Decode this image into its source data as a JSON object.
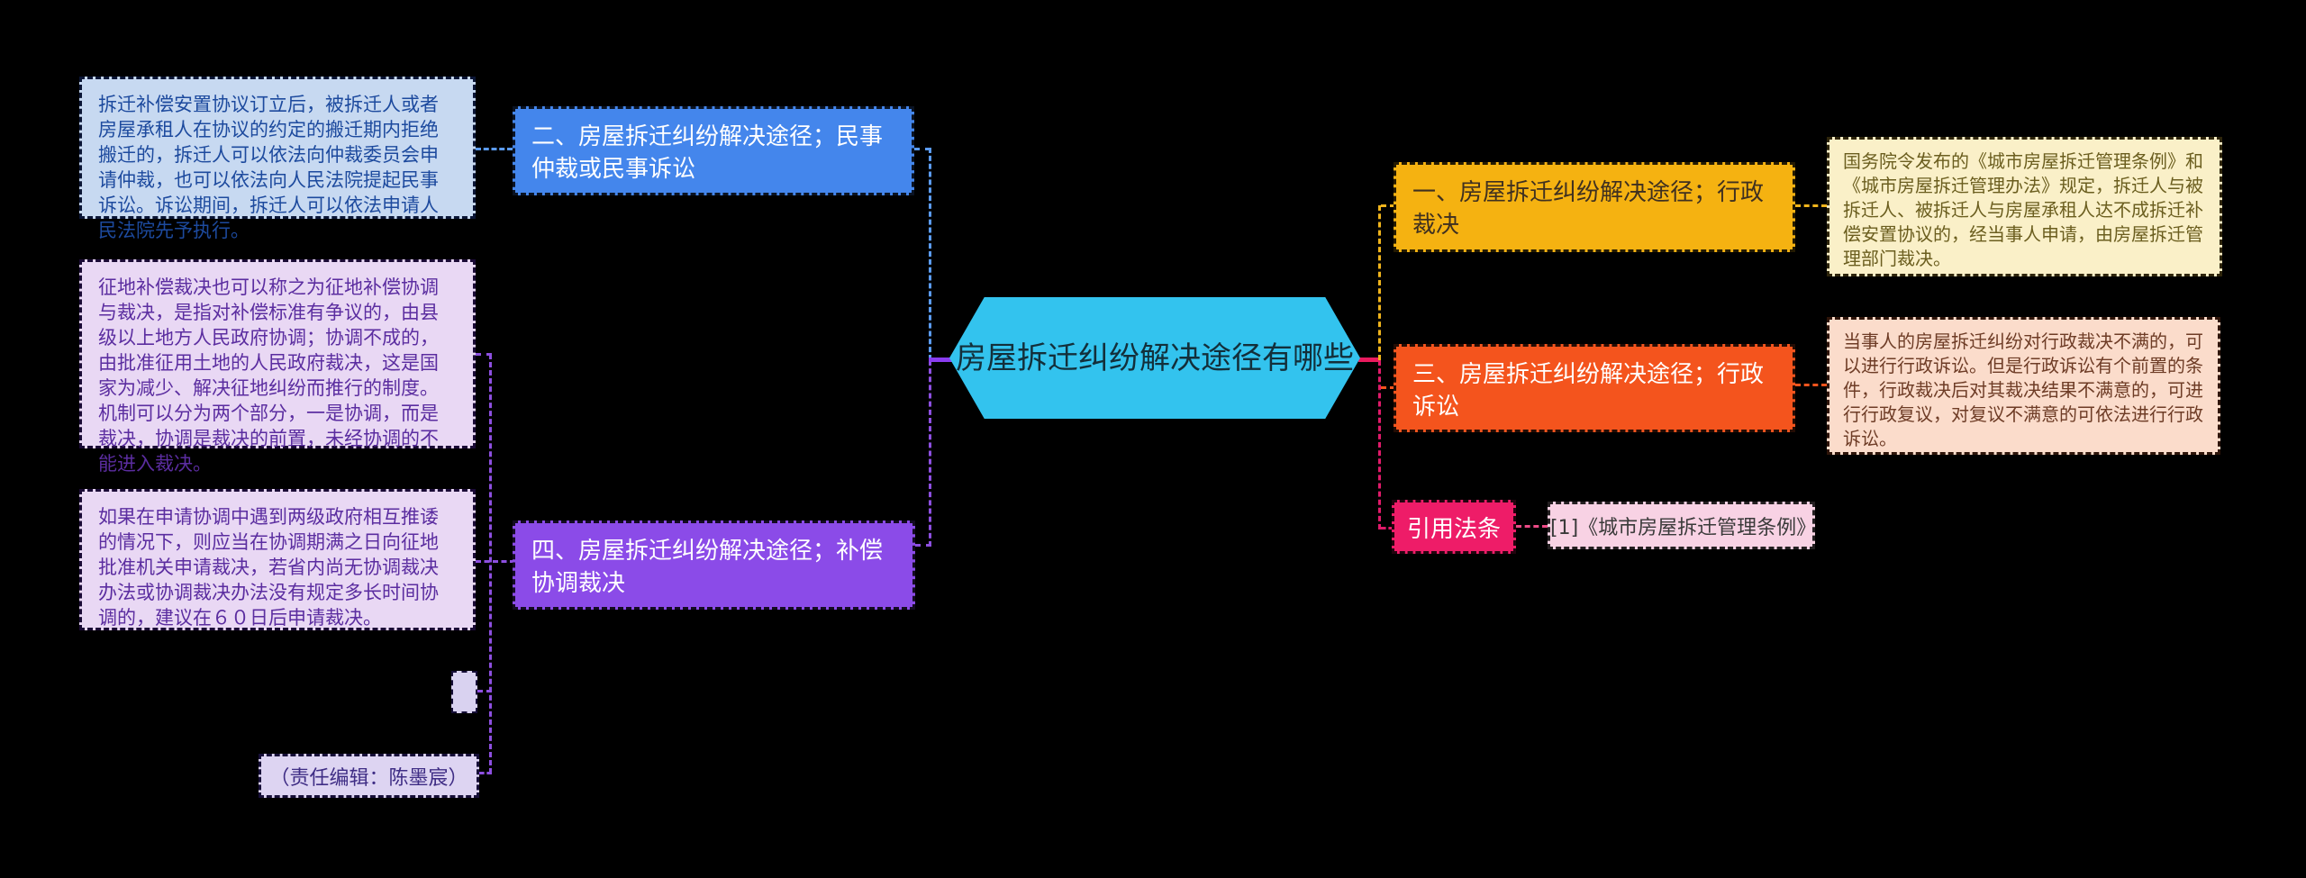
{
  "title": {
    "text": "房屋拆迁纠纷解决途径有哪些",
    "color": "#33c3ee"
  },
  "branches": {
    "b1": {
      "label": "一、房屋拆迁纠纷解决途径；行政裁决",
      "color": "#f5b211",
      "detail": "国务院令发布的《城市房屋拆迁管理条例》和《城市房屋拆迁管理办法》规定，拆迁人与被拆迁人、被拆迁人与房屋承租人达不成拆迁补偿安置协议的，经当事人申请，由房屋拆迁管理部门裁决。"
    },
    "b2": {
      "label": "二、房屋拆迁纠纷解决途径；民事仲裁或民事诉讼",
      "color": "#4486ec",
      "detail": "拆迁补偿安置协议订立后，被拆迁人或者房屋承租人在协议的约定的搬迁期内拒绝搬迁的，拆迁人可以依法向仲裁委员会申请仲裁，也可以依法向人民法院提起民事诉讼。诉讼期间，拆迁人可以依法申请人民法院先予执行。"
    },
    "b3": {
      "label": "三、房屋拆迁纠纷解决途径；行政诉讼",
      "color": "#f4541d",
      "detail": "当事人的房屋拆迁纠纷对行政裁决不满的，可以进行行政诉讼。但是行政诉讼有个前置的条件，行政裁决后对其裁决结果不满意的，可进行行政复议，对复议不满意的可依法进行行政诉讼。"
    },
    "b4": {
      "label": "四、房屋拆迁纠纷解决途径；补偿协调裁决",
      "color": "#8b4be8",
      "detail1": "征地补偿裁决也可以称之为征地补偿协调与裁决，是指对补偿标准有争议的，由县级以上地方人民政府协调；协调不成的，由批准征用土地的人民政府裁决，这是国家为减少、解决征地纠纷而推行的制度。机制可以分为两个部分，一是协调，而是裁决，协调是裁决的前置，未经协调的不能进入裁决。",
      "detail2": "如果在申请协调中遇到两级政府相互推诿的情况下，则应当在协调期满之日向征地批准机关申请裁决，若省内尚无协调裁决办法或协调裁决办法没有规定多长时间协调的，建议在６０日后申请裁决。"
    }
  },
  "citation": {
    "label": "引用法条",
    "label_color": "#ee1c68",
    "item": "[1]《城市房屋拆迁管理条例》"
  },
  "footer": {
    "editor": "（责任编辑：陈墨宸）"
  },
  "canvas": {
    "background": "#000000"
  }
}
